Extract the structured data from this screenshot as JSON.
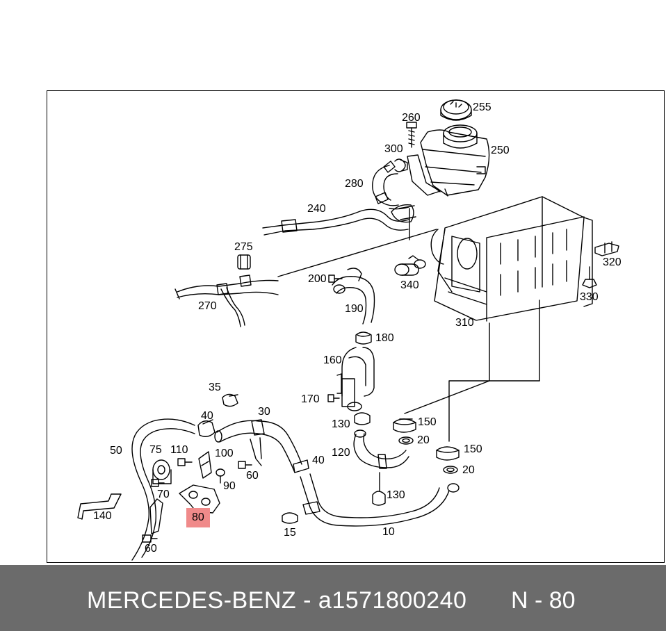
{
  "callouts": {
    "c255": "255",
    "c260": "260",
    "c250": "250",
    "c300": "300",
    "c280": "280",
    "c240": "240",
    "c275": "275",
    "c320": "320",
    "c200": "200",
    "c340": "340",
    "c330": "330",
    "c270": "270",
    "c190": "190",
    "c310": "310",
    "c180": "180",
    "c160": "160",
    "c35": "35",
    "c170": "170",
    "c30": "30",
    "c40a": "40",
    "c130a": "130",
    "c150a": "150",
    "c20a": "20",
    "c50": "50",
    "c75": "75",
    "c110": "110",
    "c100": "100",
    "c120": "120",
    "c40b": "40",
    "c150b": "150",
    "c60a": "60",
    "c90": "90",
    "c20b": "20",
    "c70": "70",
    "c130b": "130",
    "c140": "140",
    "c80": "80",
    "c15": "15",
    "c10": "10",
    "c60b": "60"
  },
  "footer": {
    "brand_part": "MERCEDES-BENZ - a1571800240",
    "page_ref": "N - 80"
  },
  "colors": {
    "line": "#000000",
    "highlight": "#f08a8a",
    "footer_bg": "#6b6b6b",
    "footer_text": "#ffffff"
  }
}
